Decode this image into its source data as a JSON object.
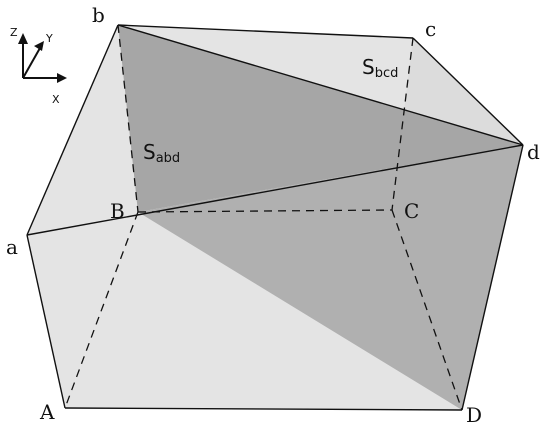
{
  "vertices": {
    "b": "b",
    "c": "c",
    "d": "d",
    "a": "a",
    "B": "B",
    "C": "C",
    "A": "A",
    "D": "D"
  },
  "areas": {
    "abd": {
      "symbol": "S",
      "sub": "abd"
    },
    "bcd": {
      "symbol": "S",
      "sub": "bcd"
    }
  },
  "axes": {
    "z": "Z",
    "y": "Y",
    "x": "X"
  },
  "colors": {
    "face_light": "#e6e6e6",
    "face_mid": "#d9d9d9",
    "plane_dark": "#a6a6a6",
    "plane_darker": "#b3b3b3",
    "edge": "#111111"
  }
}
